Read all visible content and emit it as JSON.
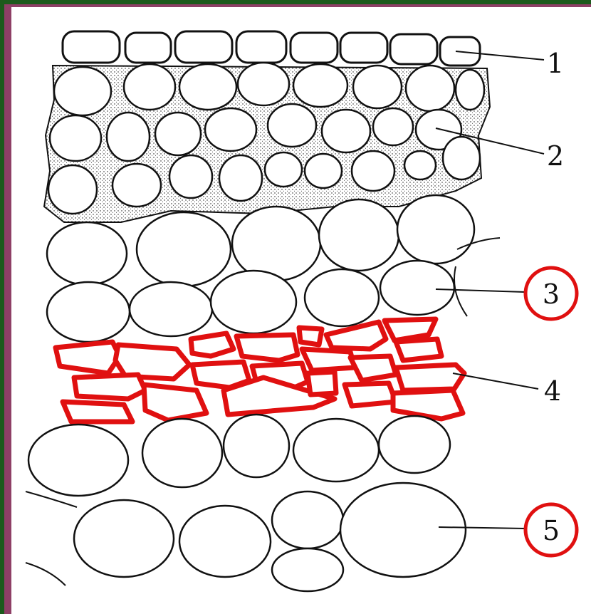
{
  "labels": [
    "1",
    "2",
    "3",
    "4",
    "5"
  ],
  "circled_labels": [
    "3",
    "5"
  ],
  "colors": {
    "background_green": "#1c5a1c",
    "border_purple": "#8e3f66",
    "paper": "#ffffff",
    "ink": "#111111",
    "highlight_red": "#e01010"
  }
}
